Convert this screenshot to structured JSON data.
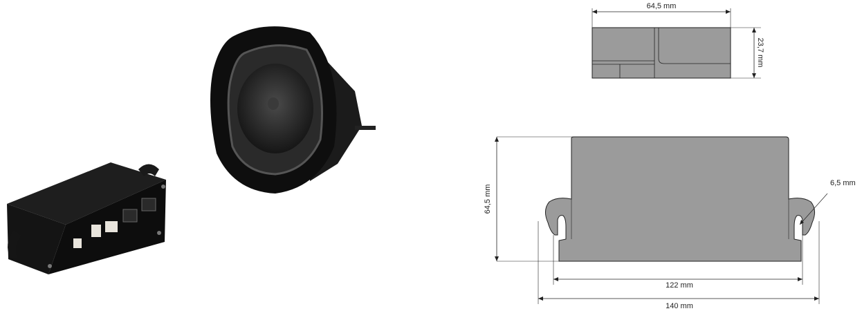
{
  "images": {
    "module": {
      "description_icon": "control-module-photo"
    },
    "speaker": {
      "description_icon": "siren-speaker-photo"
    }
  },
  "drawing": {
    "side_view": {
      "width_label": "64,5 mm",
      "height_label": "23,7 mm"
    },
    "top_view": {
      "height_label": "64,5 mm",
      "slot_label": "6,5 mm",
      "inner_width_label": "122 mm",
      "outer_width_label": "140 mm"
    }
  },
  "colors": {
    "body_fill": "#9b9b9b",
    "body_stroke": "#222222",
    "photo_black": "#111111"
  }
}
